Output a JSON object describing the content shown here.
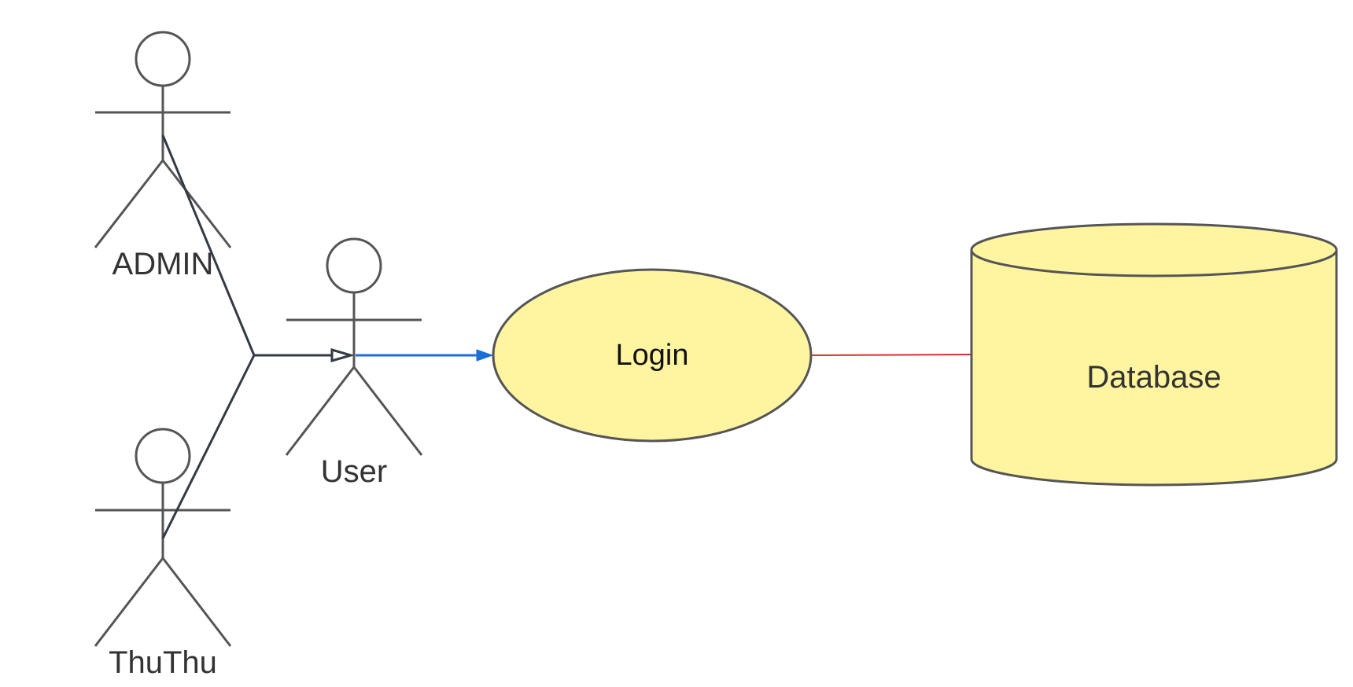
{
  "diagram": {
    "actors": {
      "admin": {
        "label": "ADMIN"
      },
      "thuthu": {
        "label": "ThuThu"
      },
      "user": {
        "label": "User"
      }
    },
    "use_case": {
      "label": "Login"
    },
    "datastore": {
      "label": "Database"
    }
  },
  "colors": {
    "stroke": "#555555",
    "fill_yellow": "#fff5a0",
    "connector_dark": "#333a44",
    "association_blue": "#1a6fd9",
    "link_red": "#d63030",
    "text": "#333333"
  }
}
